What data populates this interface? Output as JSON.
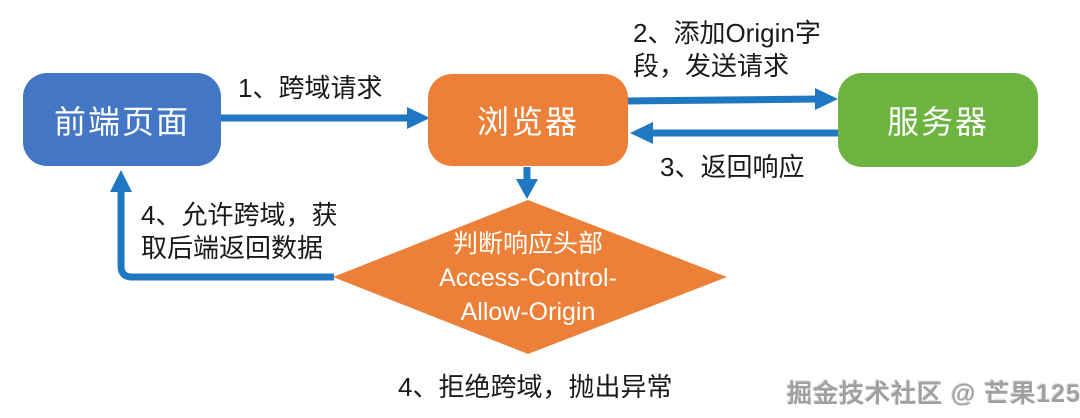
{
  "canvas": {
    "background": "#ffffff"
  },
  "colors": {
    "canvas_bg": "#ffffff",
    "box_blue": "#4377c6",
    "box_orange": "#ec8038",
    "box_green": "#6db33f",
    "arrow_blue": "#1f78c1",
    "label_text": "#1a1a1a",
    "watermark_gray": "#a0a0a0"
  },
  "nodes": {
    "frontend": {
      "label": "前端页面"
    },
    "browser": {
      "label": "浏览器"
    },
    "server": {
      "label": "服务器"
    },
    "decision": {
      "label": "判断响应头部\nAccess-Control-\nAllow-Origin"
    }
  },
  "edges": {
    "step1": {
      "label": "1、跨域请求"
    },
    "step2": {
      "label": "2、添加Origin字\n段，发送请求"
    },
    "step3": {
      "label": "3、返回响应"
    },
    "step4_allow": {
      "label": "4、允许跨域，获\n取后端返回数据"
    },
    "step4_reject": {
      "label": "4、拒绝跨域，抛出异常"
    }
  },
  "watermark": {
    "text": "掘金技术社区 @ 芒果125"
  }
}
